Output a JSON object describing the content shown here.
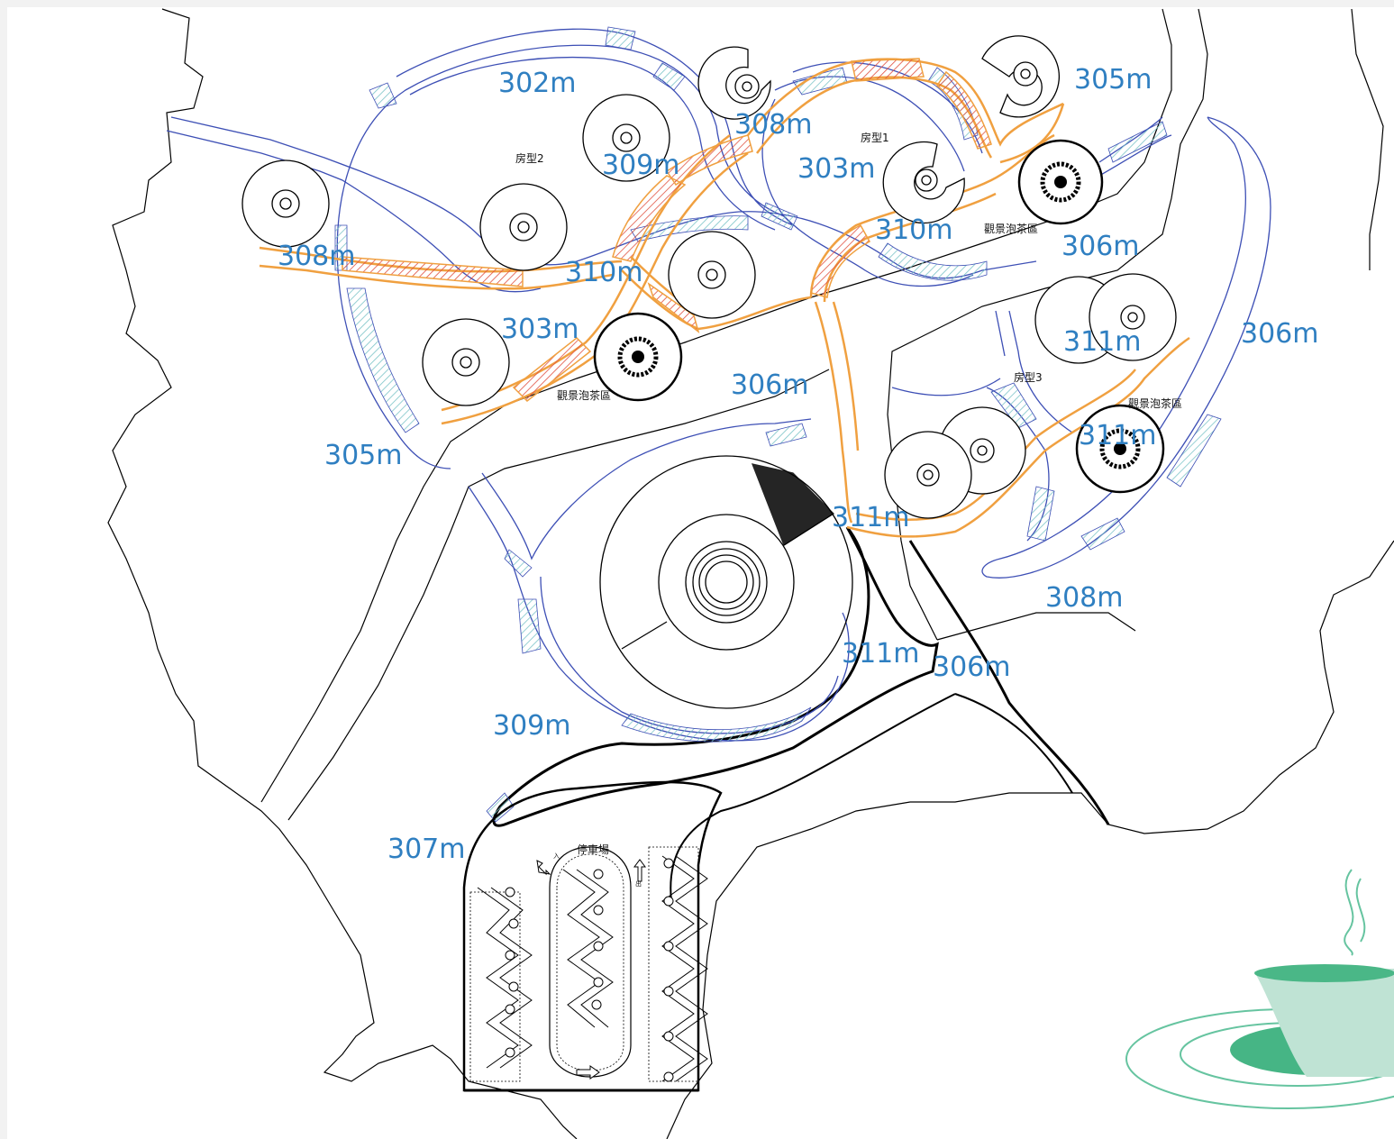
{
  "elevation_labels": [
    {
      "text": "302m"
    },
    {
      "text": "308m"
    },
    {
      "text": "305m"
    },
    {
      "text": "309m"
    },
    {
      "text": "303m"
    },
    {
      "text": "308m"
    },
    {
      "text": "310m"
    },
    {
      "text": "310m"
    },
    {
      "text": "306m"
    },
    {
      "text": "303m"
    },
    {
      "text": "306m"
    },
    {
      "text": "305m"
    },
    {
      "text": "311m"
    },
    {
      "text": "306m"
    },
    {
      "text": "311m"
    },
    {
      "text": "311m"
    },
    {
      "text": "308m"
    },
    {
      "text": "311m"
    },
    {
      "text": "306m"
    },
    {
      "text": "309m"
    },
    {
      "text": "307m"
    }
  ],
  "zone_labels": {
    "house_type_1": "房型1",
    "house_type_2": "房型2",
    "house_type_3": "房型3",
    "tea_area_a": "觀景泡茶區",
    "tea_area_b": "觀景泡茶區",
    "tea_area_c": "觀景泡茶區"
  },
  "parking": {
    "label": "停車場",
    "entry": "入",
    "exit": "出"
  },
  "colors": {
    "elevation_text": "#2f7fc1",
    "path_blue": "#3d4fb5",
    "hatch_teal": "#7cc4c8",
    "path_orange": "#f0a040",
    "hatch_red": "#e05040",
    "teacup_green": "#3bb47e"
  }
}
